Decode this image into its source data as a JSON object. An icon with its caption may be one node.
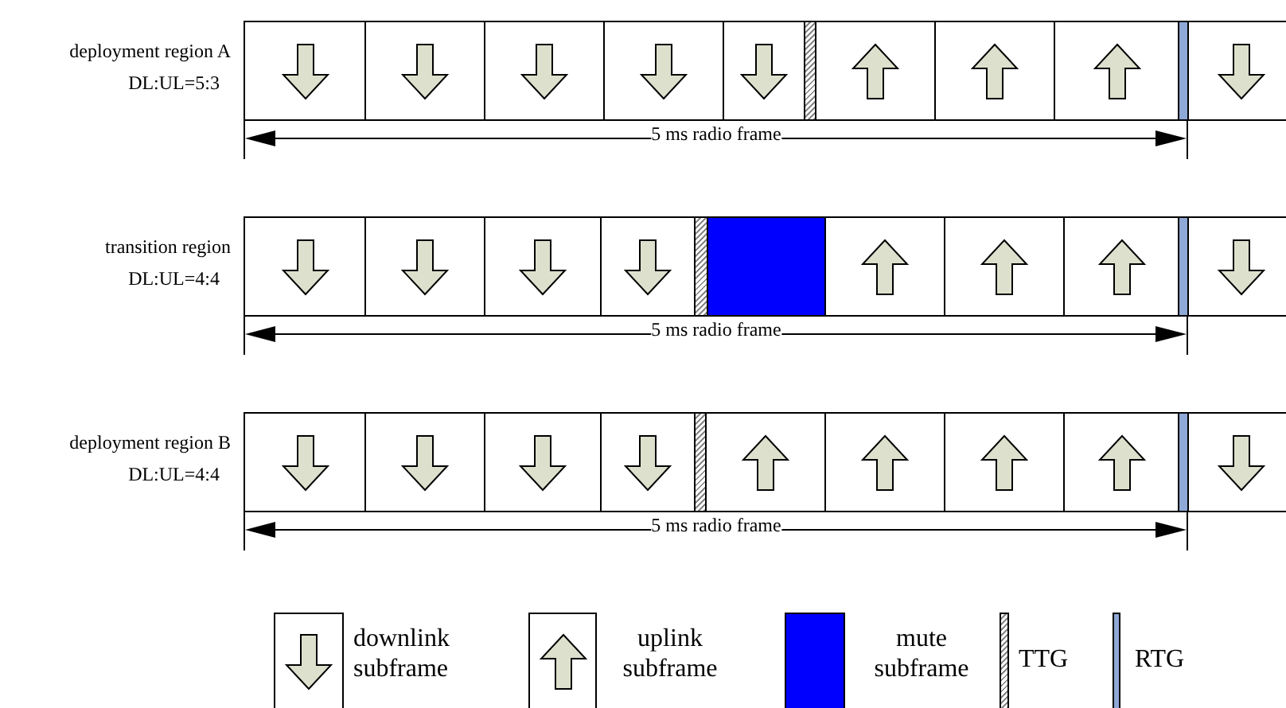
{
  "diagram": {
    "labels": [
      "deployment region A",
      "DL:UL=5:3",
      "5 ms radio frame",
      "transition region",
      "DL:UL=4:4",
      "5 ms radio frame",
      "deployment region B",
      "DL:UL=4:4",
      "5 ms radio frame"
    ],
    "legend": [
      {
        "text": "downlink subframe"
      },
      {
        "text": "uplink subframe"
      },
      {
        "text": "mute subframe",
        "color": "#0000ff"
      },
      {
        "text": "TTG"
      },
      {
        "text": "RTG"
      }
    ]
  }
}
